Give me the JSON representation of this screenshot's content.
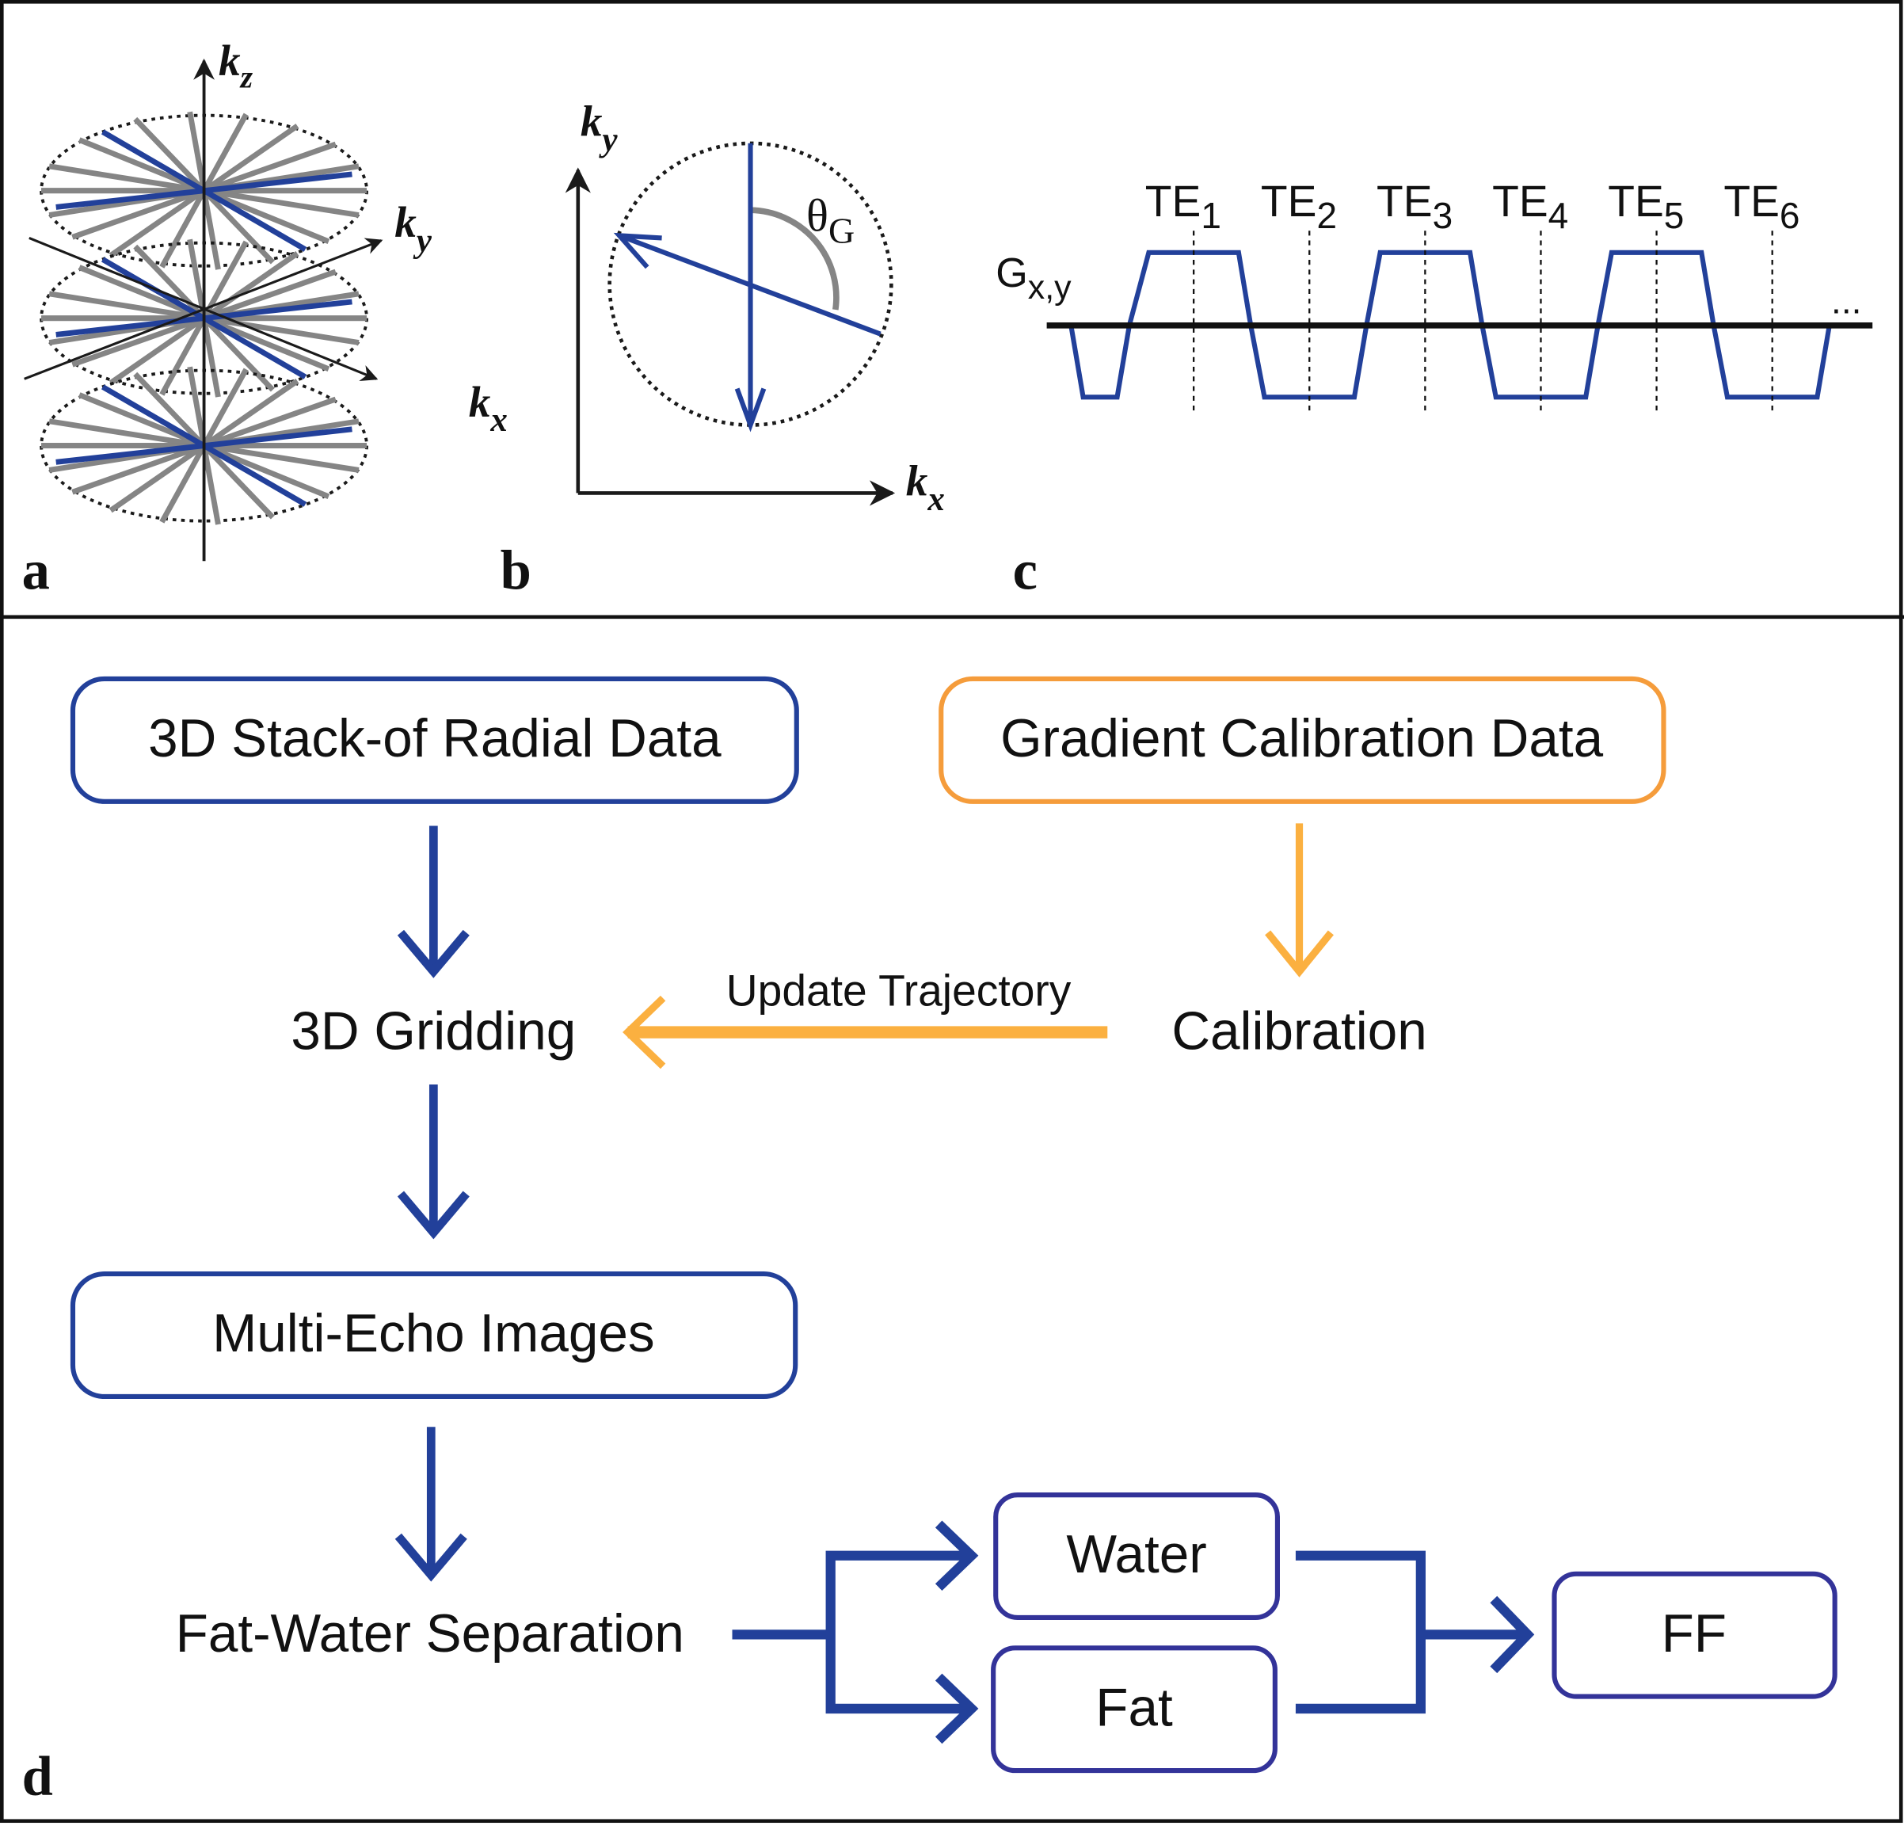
{
  "colors": {
    "blue": "#22409a",
    "gray": "#858585",
    "orange_box": "#f59c3b",
    "orange_arrow": "#fbb040",
    "black": "#1a1a1a",
    "box_blue_light": "#333399"
  },
  "panel_labels": {
    "a": "a",
    "b": "b",
    "c": "c",
    "d": "d"
  },
  "panel_a": {
    "title": "3D stack-of-radial k-space",
    "axis_kz": {
      "base": "k",
      "sub": "z"
    },
    "axis_ky": {
      "base": "k",
      "sub": "y"
    },
    "axis_kx": {
      "base": "k",
      "sub": "x"
    },
    "disc_count": 3,
    "gray_spokes_per_disc": 10,
    "blue_spokes_per_disc": 2
  },
  "panel_b": {
    "title": "Radial spoke angle",
    "axis_ky": {
      "base": "k",
      "sub": "y"
    },
    "axis_kx": {
      "base": "k",
      "sub": "x"
    },
    "angle_label": {
      "base": "θ",
      "sub": "G"
    }
  },
  "panel_c": {
    "title": "Bipolar readout gradient",
    "gradient_label": {
      "base": "G",
      "sub": "x,y"
    },
    "echoes": [
      {
        "base": "TE",
        "sub": "1"
      },
      {
        "base": "TE",
        "sub": "2"
      },
      {
        "base": "TE",
        "sub": "3"
      },
      {
        "base": "TE",
        "sub": "4"
      },
      {
        "base": "TE",
        "sub": "5"
      },
      {
        "base": "TE",
        "sub": "6"
      }
    ],
    "continuation": "..."
  },
  "panel_d": {
    "nodes": {
      "stack_of_radial": "3D Stack-of Radial Data",
      "gradient_calibration": "Gradient Calibration Data",
      "gridding": "3D Gridding",
      "calibration": "Calibration",
      "multi_echo": "Multi-Echo Images",
      "fat_water": "Fat-Water Separation",
      "water": "Water",
      "fat": "Fat",
      "ff": "FF"
    },
    "edges": {
      "update_trajectory": "Update Trajectory"
    }
  }
}
